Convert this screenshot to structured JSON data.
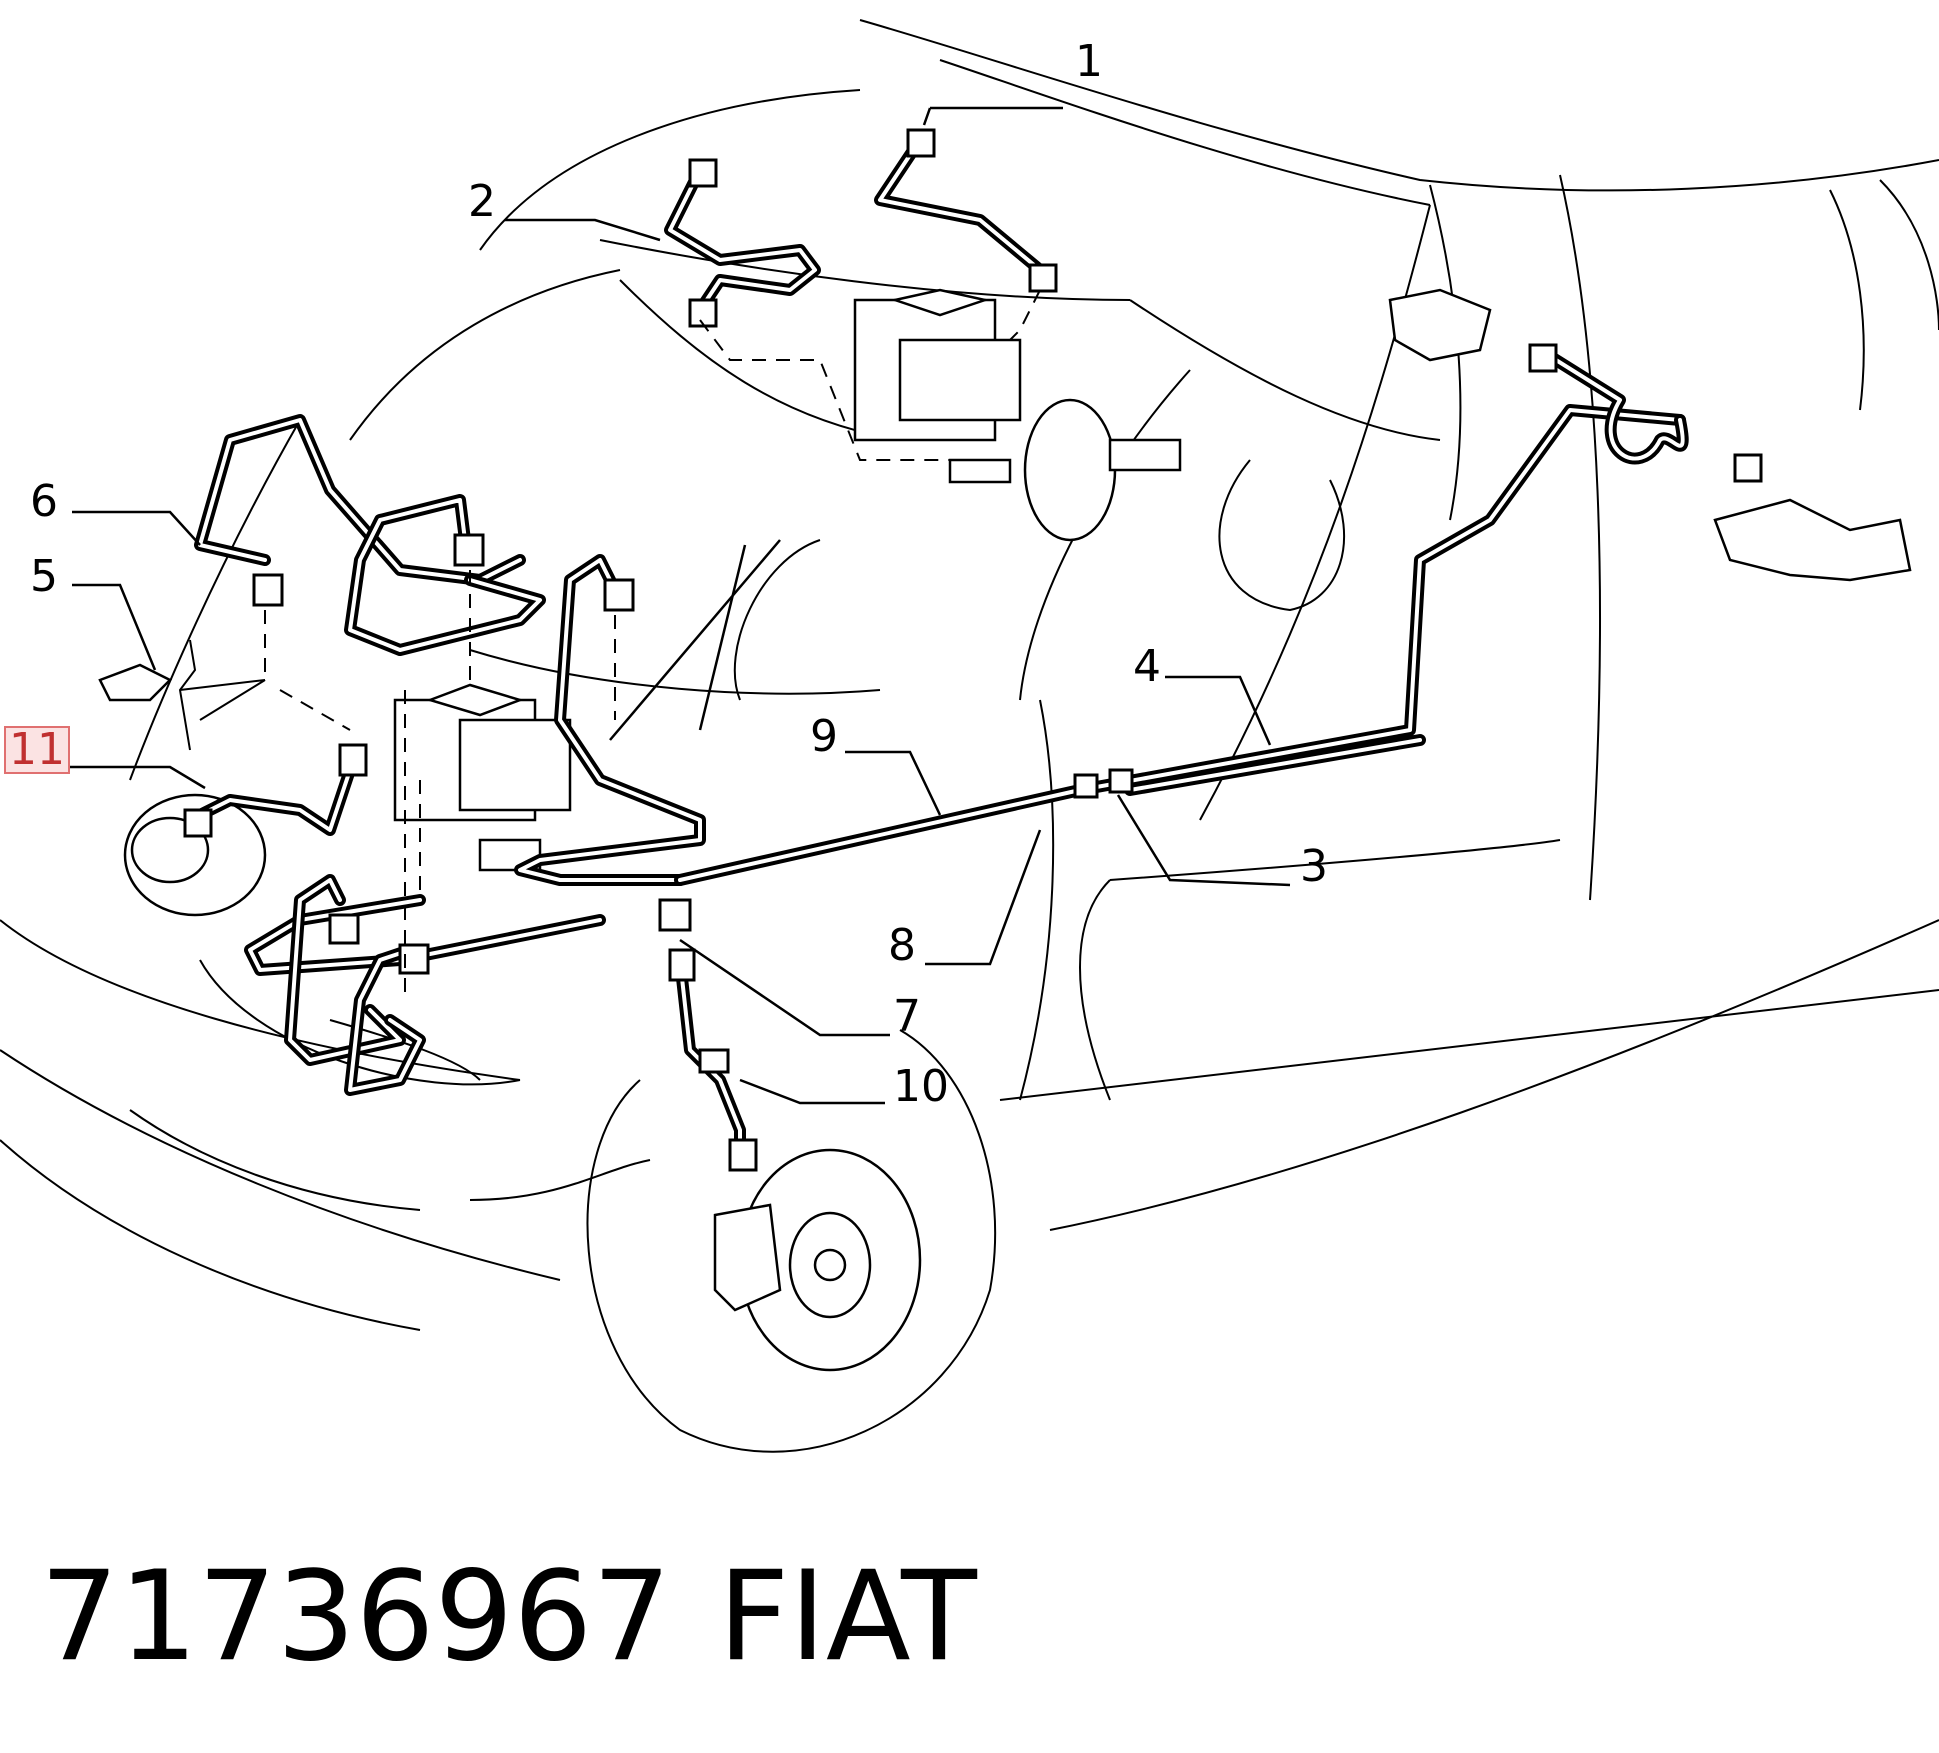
{
  "callouts": [
    {
      "id": "1",
      "text": "1",
      "highlighted": false
    },
    {
      "id": "2",
      "text": "2",
      "highlighted": false
    },
    {
      "id": "3",
      "text": "3",
      "highlighted": false
    },
    {
      "id": "4",
      "text": "4",
      "highlighted": false
    },
    {
      "id": "5",
      "text": "5",
      "highlighted": false
    },
    {
      "id": "6",
      "text": "6",
      "highlighted": false
    },
    {
      "id": "7",
      "text": "7",
      "highlighted": false
    },
    {
      "id": "8",
      "text": "8",
      "highlighted": false
    },
    {
      "id": "9",
      "text": "9",
      "highlighted": false
    },
    {
      "id": "10",
      "text": "10",
      "highlighted": false
    },
    {
      "id": "11",
      "text": "11",
      "highlighted": true
    }
  ],
  "footer": {
    "part_number": "71736967",
    "brand": "FIAT"
  },
  "colors": {
    "line": "#000000",
    "background": "#ffffff",
    "highlight_fill": "#fbe3e3",
    "highlight_border": "#e07070"
  }
}
